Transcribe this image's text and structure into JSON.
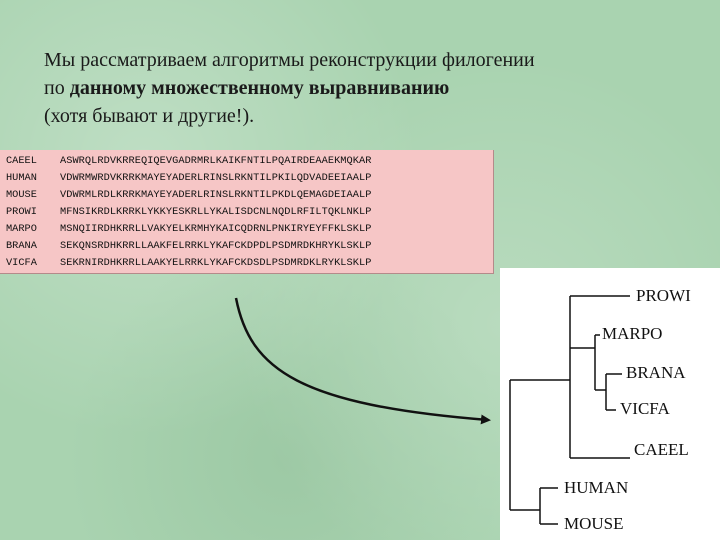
{
  "title": {
    "line1": "Мы рассматриваем алгоритмы реконструкции филогении",
    "line2_prefix": "по ",
    "line2_bold": "данному множественному выравниванию",
    "line3": "(хотя бывают и другие!)."
  },
  "alignment": [
    {
      "name": "CAEEL",
      "seq": "ASWRQLRDVKRREQIQEVGADRMRLKAIKFNTILPQAIRDEAAEKMQKAR"
    },
    {
      "name": "HUMAN",
      "seq": "VDWRMWRDVKRRKMAYEYADERLRINSLRKNTILPKILQDVADEEIAALP"
    },
    {
      "name": "MOUSE",
      "seq": "VDWRMLRDLKRRKMAYEYADERLRINSLRKNTILPKDLQEMAGDEIAALP"
    },
    {
      "name": "PROWI",
      "seq": "MFNSIKRDLKRRKLYKKYESKRLLYKALISDCNLNQDLRFILTQKLNKLP"
    },
    {
      "name": "MARPO",
      "seq": "MSNQIIRDHKRRLLVAKYELKRMHYKAICQDRNLPNKIRYEYFFKLSKLP"
    },
    {
      "name": "BRANA",
      "seq": "SEKQNSRDHKRRLLAAKFELRRKLYKAFCKDPDLPSDMRDKHRYKLSKLP"
    },
    {
      "name": "VICFA",
      "seq": "SEKRNIRDHKRRLLAAKYELRRKLYKAFCKDSDLPSDMRDKLRYKLSKLP"
    }
  ],
  "tree_leaves": [
    "PROWI",
    "MARPO",
    "BRANA",
    "VICFA",
    "CAEEL",
    "HUMAN",
    "MOUSE"
  ]
}
